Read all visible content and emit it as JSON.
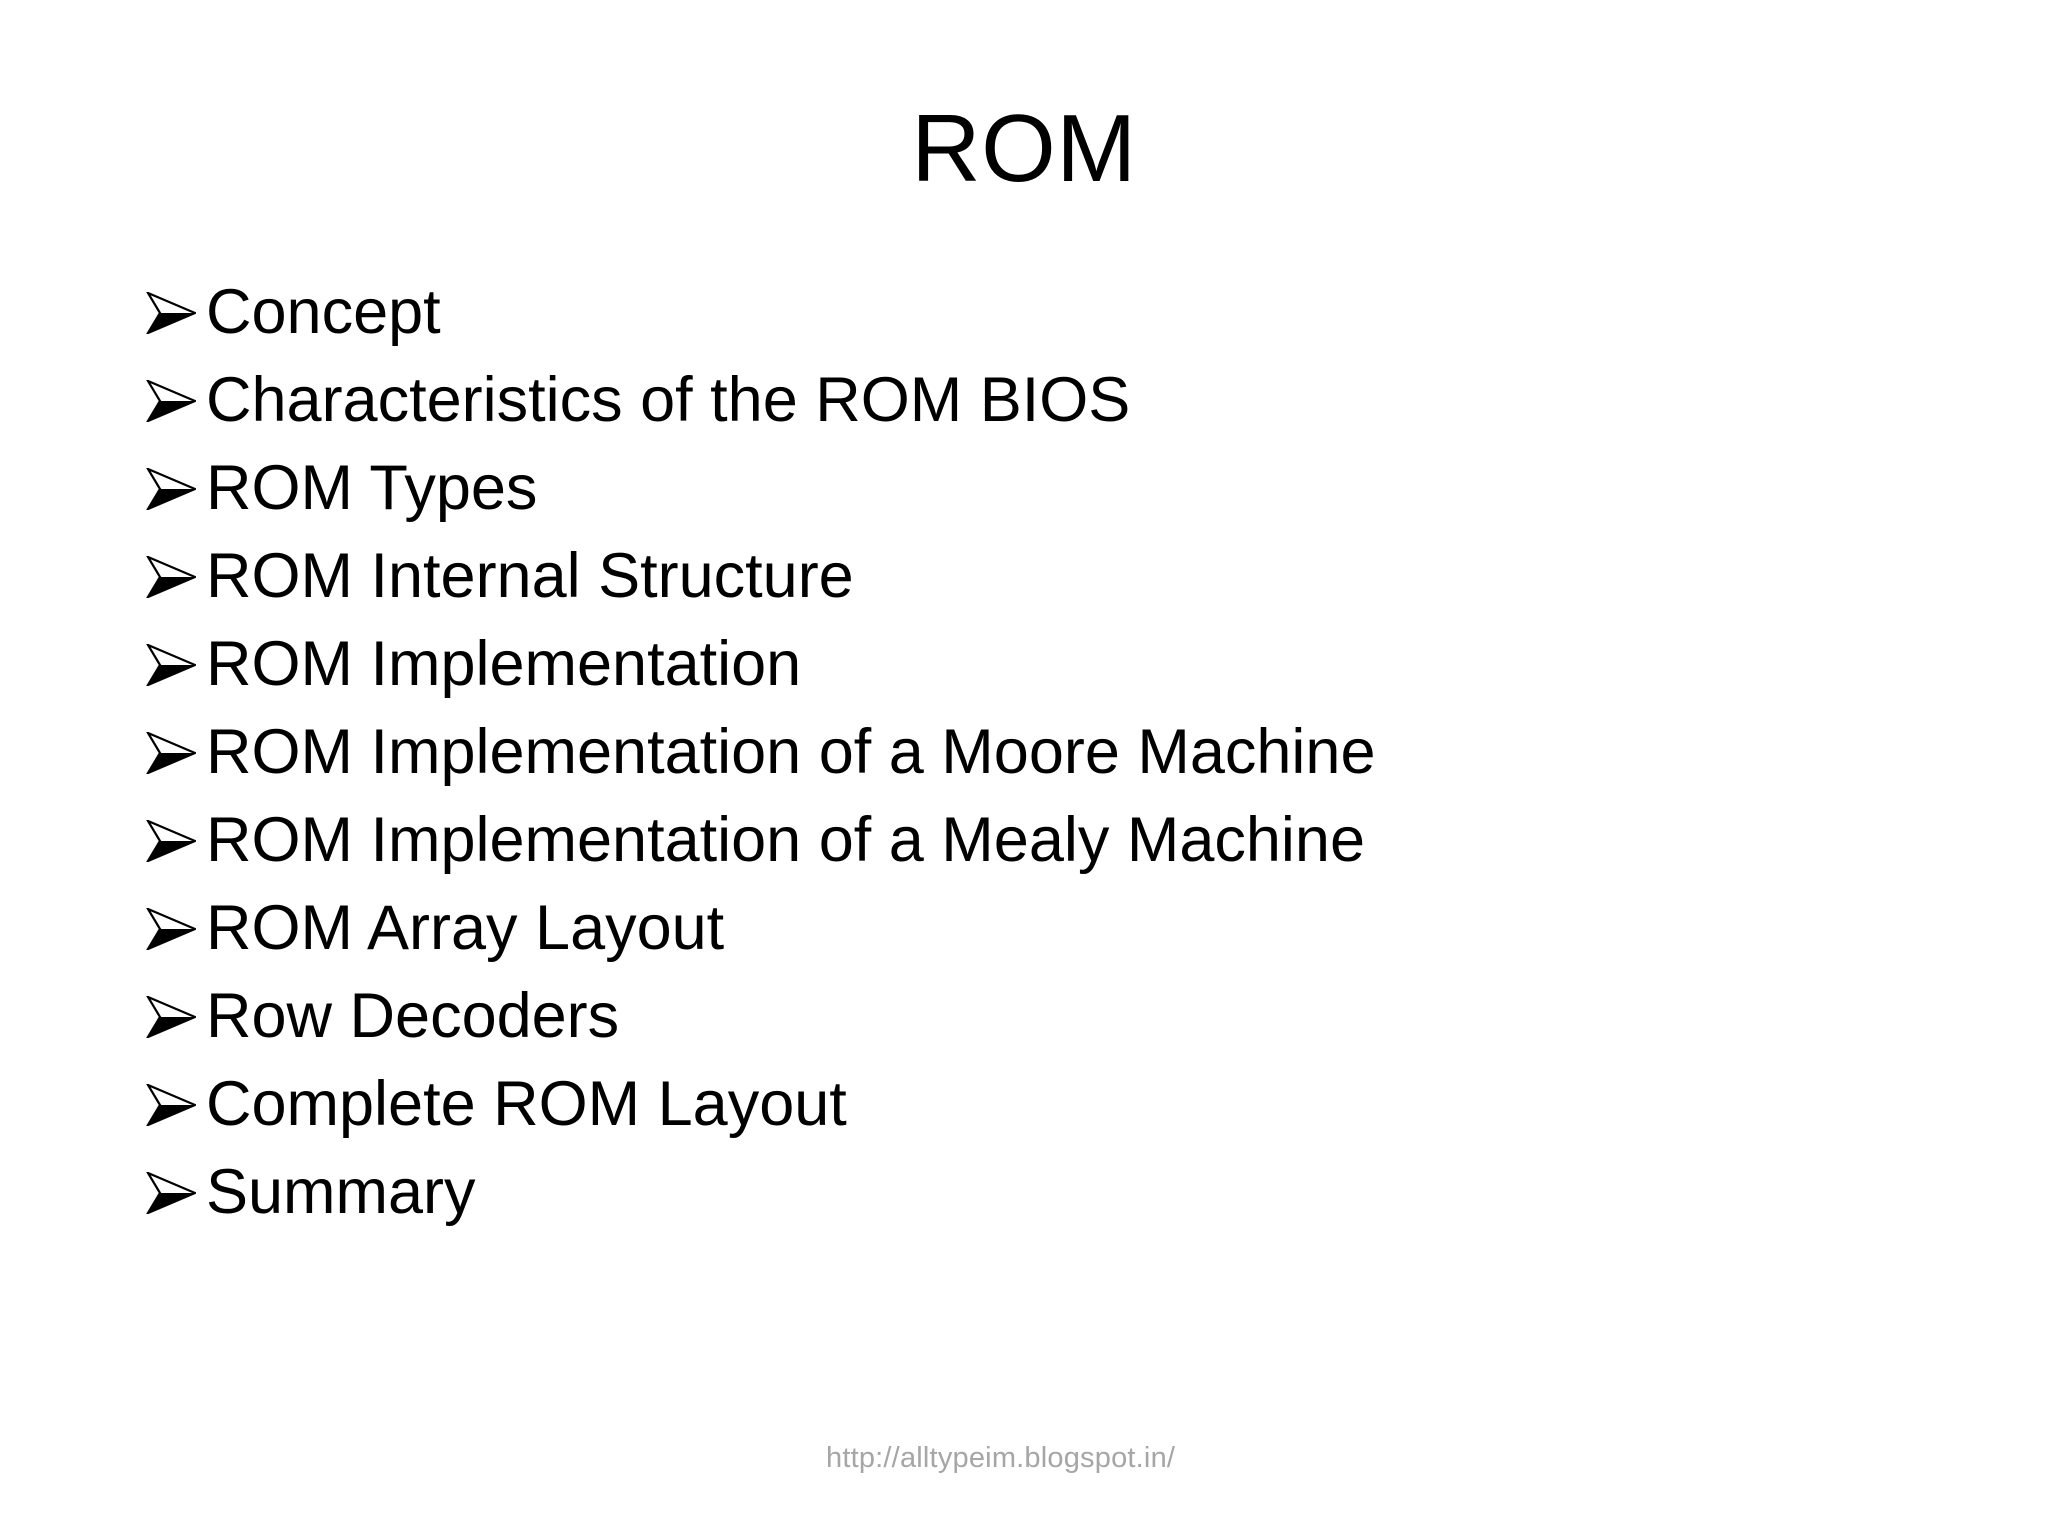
{
  "slide": {
    "background_color": "#ffffff",
    "text_color": "#000000",
    "title": "ROM",
    "bullet_glyph": "wingdings-arrowhead",
    "bullets": [
      {
        "label": "Concept"
      },
      {
        "label": "Characteristics of the ROM BIOS"
      },
      {
        "label": "ROM Types"
      },
      {
        "label": "ROM Internal Structure"
      },
      {
        "label": "ROM Implementation"
      },
      {
        "label": "ROM Implementation of a Moore Machine"
      },
      {
        "label": "ROM Implementation of a Mealy Machine"
      },
      {
        "label": "ROM Array Layout"
      },
      {
        "label": "Row Decoders"
      },
      {
        "label": "Complete ROM Layout"
      },
      {
        "label": "Summary"
      }
    ],
    "watermark": {
      "text": "http://alltypeim.blogspot.in/",
      "color": "#a6a6a6"
    }
  }
}
